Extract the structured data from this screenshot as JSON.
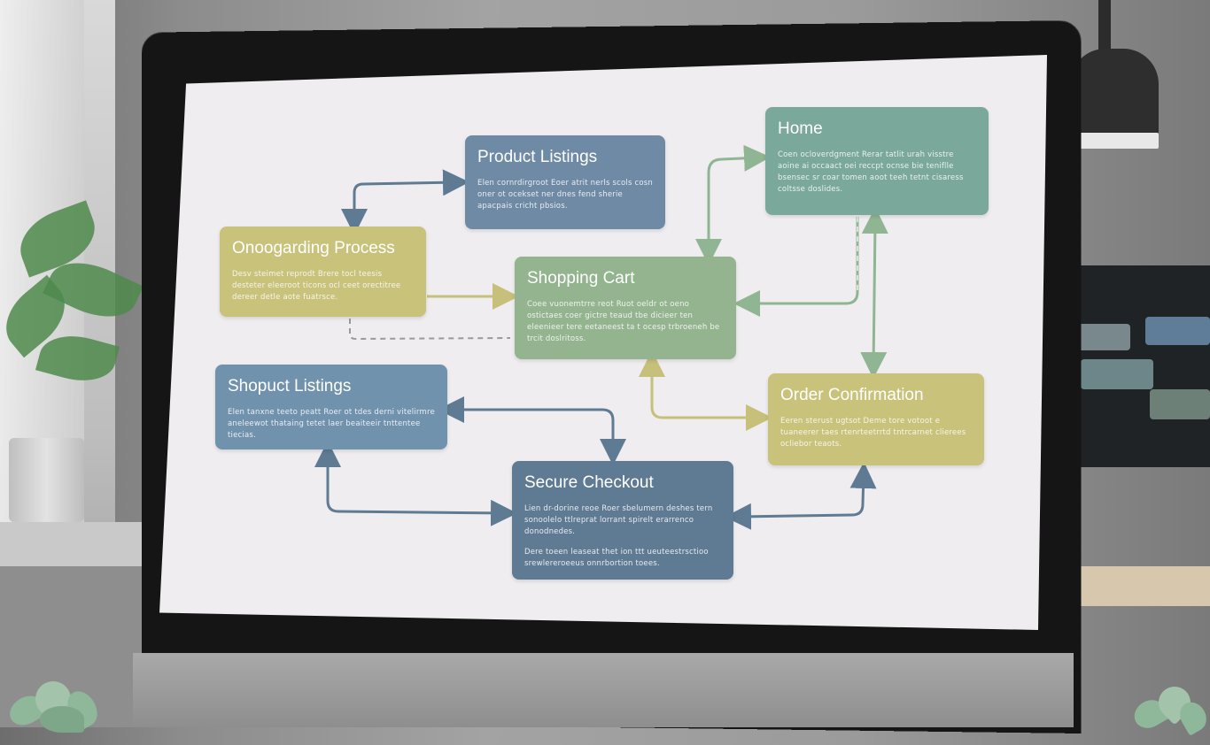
{
  "diagram": {
    "nodes": [
      {
        "id": "product_listings",
        "title": "Product Listings",
        "desc": "Elen cornrdirgroot Eoer atrit nerls scols cosn oner ot ocekset ner dnes fend sherie apacpais cricht pbsios.",
        "color": "#6e8aa4"
      },
      {
        "id": "home",
        "title": "Home",
        "desc": "Coen ocloverdgment Rerar tatlit urah visstre aoine ai occaact oei reccpt ocnse bie teniflle bsensec sr coar tomen aoot teeh tetnt cisaress coltsse doslides.",
        "color": "#7aa89a"
      },
      {
        "id": "onboarding",
        "title": "Onoogarding Process",
        "desc": "Desv steimet reprodt Brere tocl teesis desteter eleeroot ticons ocl ceet orectitree dereer detle aote fuatrsce.",
        "color": "#c9c27a"
      },
      {
        "id": "shopping_cart",
        "title": "Shopping Cart",
        "desc": "Coee vuonemtrre reot Ruot oeldr ot oeno ostictaes coer gictre teaud tbe dicieer ten eleenieer tere eetaneest ta t ocesp trbroeneh be trcit doslritoss.",
        "color": "#93b48f"
      },
      {
        "id": "shopuct_listings",
        "title": "Shopuct Listings",
        "desc": "Elen tanxne teeto peatt Roer ot tdes derni vitelirmre aneleewot thataing tetet laer beaiteeir tnttentee tiecias.",
        "color": "#7192ad"
      },
      {
        "id": "order_confirmation",
        "title": "Order Confirmation",
        "desc": "Eeren sterust ugtsot Deme tore votoot e tuaneerer taes rtenrteetrrtd tntrcarnet clierees ocliebor teaots.",
        "color": "#c9c27a"
      },
      {
        "id": "secure_checkout",
        "title": "Secure Checkout",
        "desc": "Lien dr-dorine reoe Roer sbelumern deshes tern sonoolelo ttlreprat lorrant spirelt erarrenco donodnedes.",
        "desc2": "Dere toeen leaseat thet ion ttt ueuteestrsctioo srewlereroeeus onnrbortion toees.",
        "color": "#5f7b93"
      }
    ]
  }
}
